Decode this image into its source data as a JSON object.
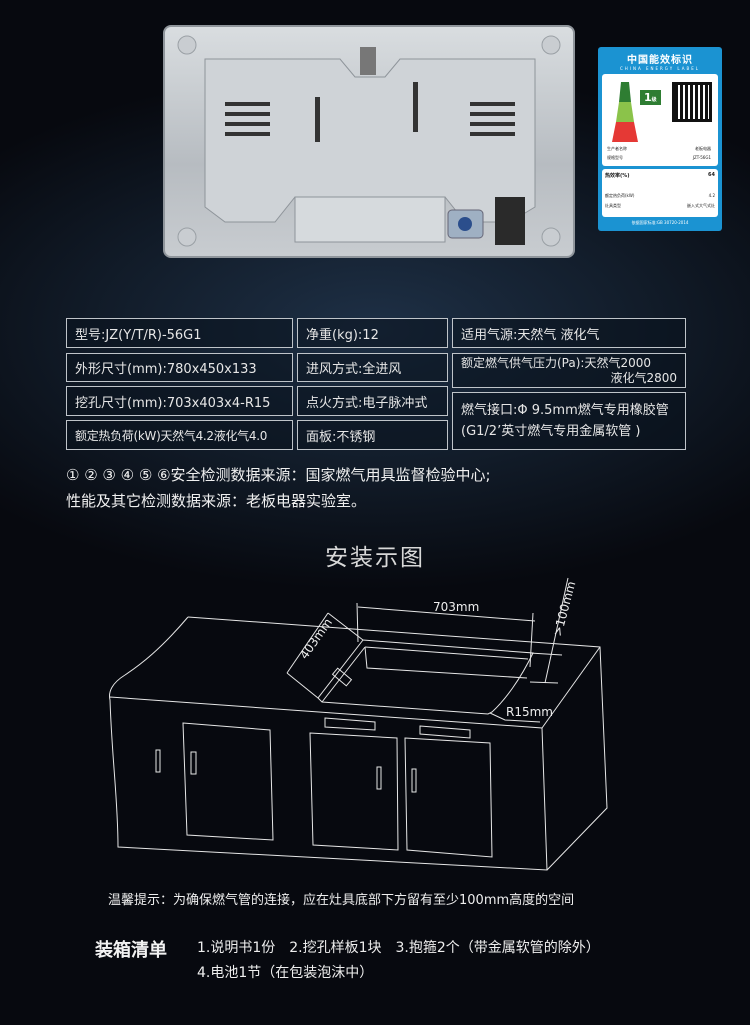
{
  "energy_label": {
    "title": "中国能效标识",
    "subtitle": "CHINA ENERGY LABEL",
    "grade": "1",
    "grade_suffix": "级",
    "rows": [
      {
        "k": "生产者名称",
        "v": "老板电器"
      },
      {
        "k": "规格型号",
        "v": "JZT-56G1"
      }
    ],
    "efficiency_label": "热效率(%)",
    "efficiency_value": "64",
    "rows2": [
      {
        "k": "额定热负荷(kW)",
        "v": "4.2"
      },
      {
        "k": "灶具类型",
        "v": "嵌入式大气式灶"
      }
    ],
    "footer": "依据国家标准:GB 30720-2014",
    "colors": {
      "blue": "#1b93d2",
      "grade1": "#2e7d32",
      "grade2": "#8bc34a",
      "grade3": "#e53935"
    }
  },
  "specs": {
    "model": "型号:JZ(Y/T/R)-56G1",
    "weight": "净重(kg):12",
    "gas_type": "适用气源:天然气 液化气",
    "dimensions": "外形尺寸(mm):780x450x133",
    "air_intake": "进风方式:全进风",
    "pressure_line1": "额定燃气供气压力(Pa):天然气2000",
    "pressure_line2": "液化气2800",
    "cutout": "挖孔尺寸(mm):703x403x4-R15",
    "ignition": "点火方式:电子脉冲式",
    "connector_line1": "燃气接口:Φ 9.5mm燃气专用橡胶管",
    "connector_line2": "(G1/2’英寸燃气专用金属软管 )",
    "heat_load": "额定热负荷(kW)天然气4.2液化气4.0",
    "panel": "面板:不锈钢"
  },
  "notes": {
    "line1": "① ② ③ ④ ⑤ ⑥安全检测数据来源：国家燃气用具监督检验中心;",
    "line2": "性能及其它检测数据来源：老板电器实验室。"
  },
  "install": {
    "title": "安装示图",
    "dim_width": "703mm",
    "dim_depth": "403mm",
    "dim_clearance": ">100mm",
    "dim_radius": "R15mm",
    "tip": "温馨提示：为确保燃气管的连接，应在灶具底部下方留有至少100mm高度的空间"
  },
  "packing": {
    "label": "装箱清单",
    "line1": "1.说明书1份　2.挖孔样板1块　3.抱箍2个（带金属软管的除外）",
    "line2": "4.电池1节（在包装泡沫中）"
  }
}
